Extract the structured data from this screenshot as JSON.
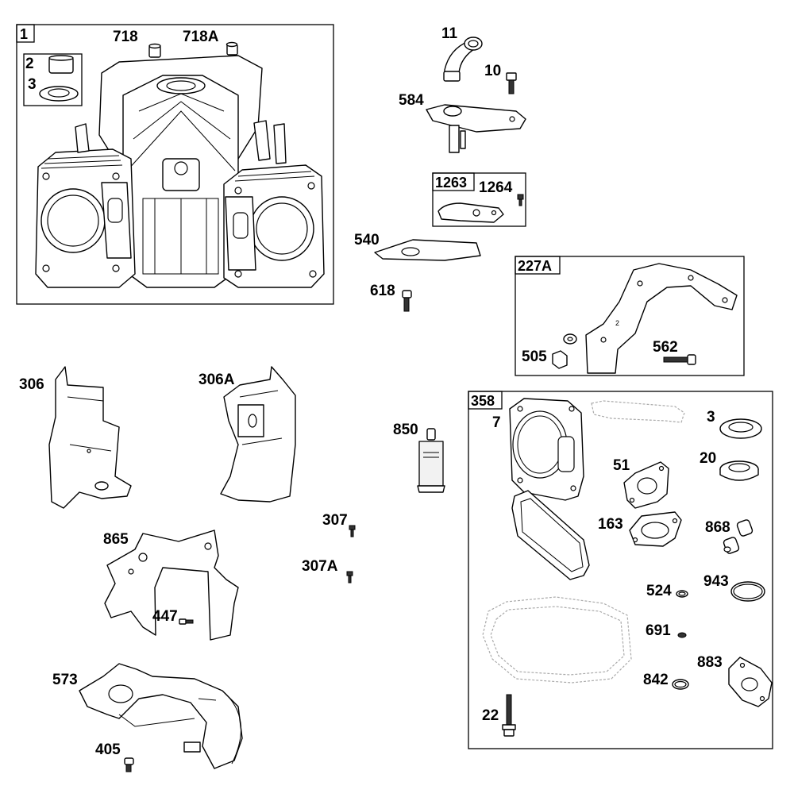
{
  "groups": {
    "kit_1": "1",
    "kit_1263": "1263",
    "kit_227a": "227A",
    "kit_358": "358"
  },
  "callouts": {
    "p718": "718",
    "p718a": "718A",
    "p2": "2",
    "p3_top": "3",
    "p11": "11",
    "p10": "10",
    "p584": "584",
    "p1264": "1264",
    "p540": "540",
    "p618": "618",
    "p505": "505",
    "p562": "562",
    "p306": "306",
    "p306a": "306A",
    "p850": "850",
    "p307": "307",
    "p307a": "307A",
    "p865": "865",
    "p447": "447",
    "p573": "573",
    "p405": "405",
    "p7": "7",
    "p3_kit": "3",
    "p20": "20",
    "p51": "51",
    "p163": "163",
    "p868": "868",
    "p524": "524",
    "p943": "943",
    "p691": "691",
    "p883": "883",
    "p842": "842",
    "p22": "22"
  }
}
